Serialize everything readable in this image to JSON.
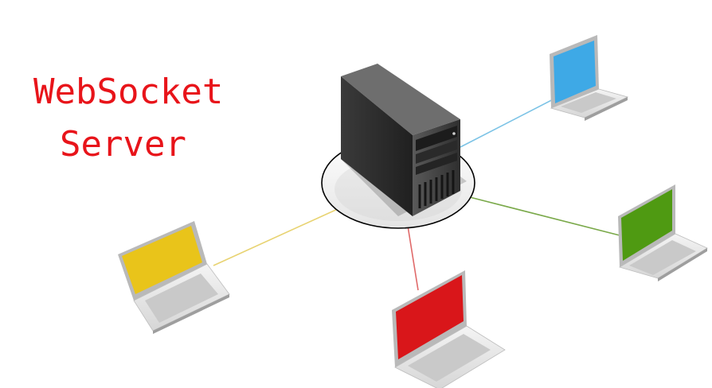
{
  "title": {
    "line1": "WebSocket",
    "line2": "Server",
    "color": "#e8141a"
  },
  "server": {
    "icon": "server-tower-icon",
    "body_color": "#4a4a4a",
    "platform_color": "#f2f2f2"
  },
  "clients": [
    {
      "name": "laptop-blue",
      "icon": "laptop-icon",
      "screen_color": "#3ea9e6",
      "link_color": "#7cc3e6"
    },
    {
      "name": "laptop-green",
      "icon": "laptop-icon",
      "screen_color": "#4f9a12",
      "link_color": "#7aa94a"
    },
    {
      "name": "laptop-red",
      "icon": "laptop-icon",
      "screen_color": "#d9161a",
      "link_color": "#e06a6a"
    },
    {
      "name": "laptop-yellow",
      "icon": "laptop-icon",
      "screen_color": "#e9c41a",
      "link_color": "#e8d372"
    }
  ]
}
